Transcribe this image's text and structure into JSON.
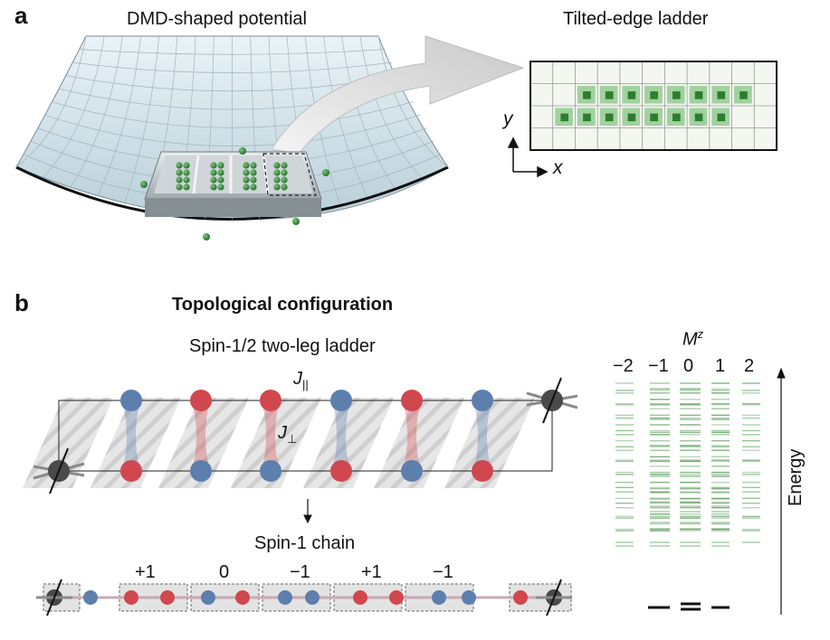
{
  "panel_a": {
    "letter": "a",
    "left_title": "DMD-shaped potential",
    "right_title": "Tilted-edge ladder",
    "axis_y": "y",
    "axis_x": "x"
  },
  "panel_b": {
    "letter": "b",
    "title": "Topological configuration",
    "ladder_title": "Spin-1/2 two-leg ladder",
    "j_parallel": "J",
    "j_parallel_sub": "||",
    "j_perp": "J",
    "j_perp_sub": "⊥",
    "chain_title": "Spin-1 chain",
    "chain_labels": [
      "+1",
      "0",
      "−1",
      "+1",
      "−1"
    ],
    "mz_label": "M",
    "mz_sup": "z",
    "mz_values": [
      "−2",
      "−1",
      "0",
      "1",
      "2"
    ],
    "energy_label": "Energy"
  },
  "colors": {
    "red_spin": "#d0484e",
    "blue_spin": "#5d7fad",
    "edge_spin": "#4a4a4a",
    "green": "#3d8a3d",
    "stripe": "#d4d4d4"
  }
}
